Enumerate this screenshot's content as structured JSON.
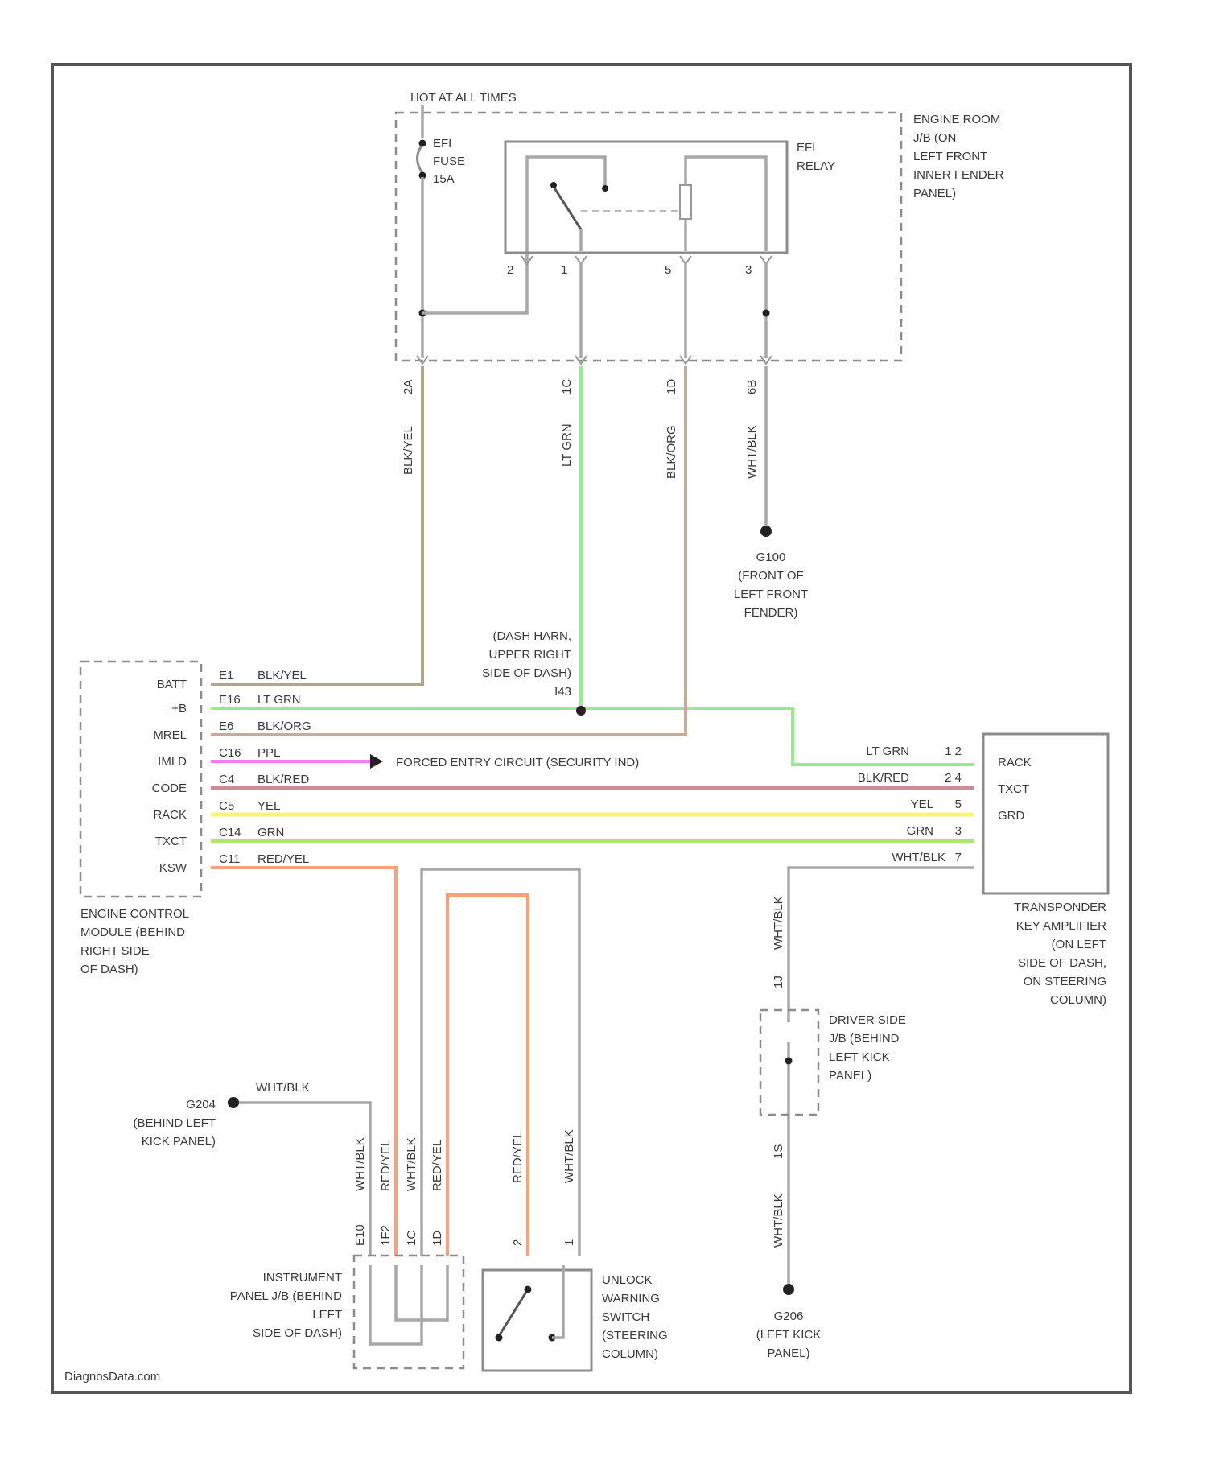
{
  "header": {
    "hot_label": "HOT AT ALL TIMES"
  },
  "fuse": {
    "name": "EFI",
    "type": "FUSE",
    "rating": "15A"
  },
  "relay": {
    "name": "EFI",
    "type": "RELAY"
  },
  "relay_pins": [
    "2",
    "1",
    "5",
    "3"
  ],
  "engine_room_jb": [
    "ENGINE ROOM",
    "J/B (ON",
    "LEFT FRONT",
    "INNER FENDER",
    "PANEL)"
  ],
  "upper_wires": [
    {
      "color_name": "BLK/YEL",
      "pin": "2A"
    },
    {
      "color_name": "LT GRN",
      "pin": "1C"
    },
    {
      "color_name": "BLK/ORG",
      "pin": "1D"
    },
    {
      "color_name": "WHT/BLK",
      "pin": "6B"
    }
  ],
  "ground_g100": [
    "G100",
    "(FRONT OF",
    "LEFT FRONT",
    "FENDER)"
  ],
  "dash_harness": [
    "(DASH HARN,",
    "UPPER RIGHT",
    "SIDE OF DASH)",
    "I43"
  ],
  "ecm": {
    "pins": [
      "BATT",
      "+B",
      "MREL",
      "IMLD",
      "CODE",
      "RACK",
      "TXCT",
      "KSW"
    ],
    "pin_codes": [
      "E1",
      "E16",
      "E6",
      "C16",
      "C4",
      "C5",
      "C14",
      "C11"
    ],
    "wire_names": [
      "BLK/YEL",
      "LT GRN",
      "BLK/ORG",
      "PPL",
      "BLK/RED",
      "YEL",
      "GRN",
      "RED/YEL"
    ],
    "label": [
      "ENGINE CONTROL",
      "MODULE (BEHIND",
      "RIGHT SIDE",
      "OF DASH)"
    ]
  },
  "forced_entry": "FORCED ENTRY CIRCUIT (SECURITY IND)",
  "transponder": {
    "pins": [
      "RACK",
      "TXCT",
      "GRD"
    ],
    "wires": [
      {
        "name": "LT GRN",
        "pin": "1 2"
      },
      {
        "name": "BLK/RED",
        "pin": "2 4"
      },
      {
        "name": "YEL",
        "pin": "5"
      },
      {
        "name": "GRN",
        "pin": "3"
      },
      {
        "name": "WHT/BLK",
        "pin": "7"
      }
    ],
    "label": [
      "TRANSPONDER",
      "KEY AMPLIFIER",
      "(ON LEFT",
      "SIDE OF DASH,",
      "ON STEERING",
      "COLUMN)"
    ]
  },
  "driver_jb": {
    "label": [
      "DRIVER SIDE",
      "J/B (BEHIND",
      "LEFT KICK",
      "PANEL)"
    ],
    "wire_top": {
      "name": "WHT/BLK",
      "pin": "1J"
    },
    "wire_bottom": {
      "name": "WHT/BLK",
      "pin": "1S"
    }
  },
  "ground_g204": [
    "G204",
    "(BEHIND LEFT",
    "KICK PANEL)"
  ],
  "ground_g206": [
    "G206",
    "(LEFT KICK",
    "PANEL)"
  ],
  "g204_wire": "WHT/BLK",
  "ip_jb": {
    "label": [
      "INSTRUMENT",
      "PANEL J/B (BEHIND",
      "LEFT",
      "SIDE OF DASH)"
    ],
    "wires": [
      {
        "name": "WHT/BLK",
        "pin": "E10"
      },
      {
        "name": "RED/YEL",
        "pin": "1F2"
      },
      {
        "name": "WHT/BLK",
        "pin": "1C"
      },
      {
        "name": "RED/YEL",
        "pin": "1D"
      }
    ]
  },
  "unlock_switch": {
    "label": [
      "UNLOCK",
      "WARNING",
      "SWITCH",
      "(STEERING",
      "COLUMN)"
    ],
    "wires": [
      {
        "name": "RED/YEL",
        "pin": "2"
      },
      {
        "name": "WHT/BLK",
        "pin": "1"
      }
    ]
  },
  "watermark": "DiagnosData.com",
  "colors": {
    "blk_yel": "#b0a48a",
    "lt_grn": "#8ef08a",
    "blk_org": "#c8ab96",
    "ppl": "#f27ff0",
    "blk_red": "#c98d96",
    "yel": "#f5f56e",
    "grn": "#a9e86a",
    "red_yel": "#f4a27c",
    "wht_blk": "#a8a8a8"
  }
}
